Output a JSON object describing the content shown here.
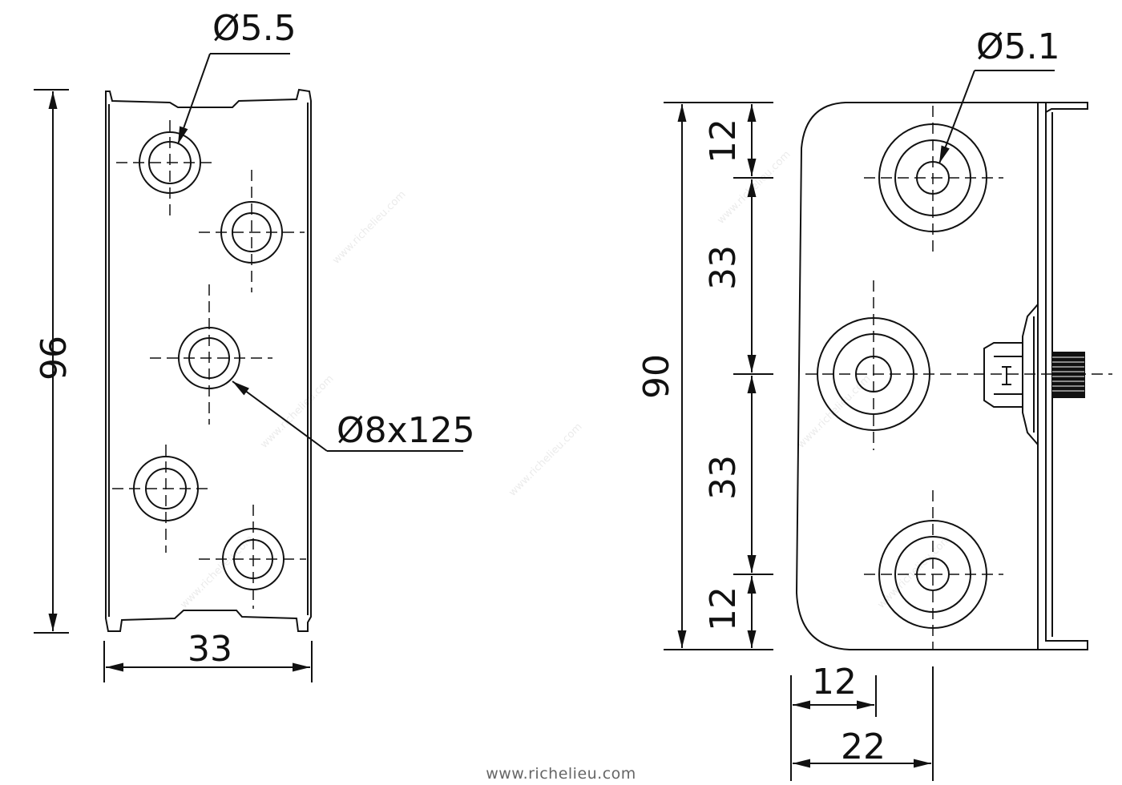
{
  "left_view": {
    "height_dim": "96",
    "width_dim": "33",
    "small_hole_dia": "Ø5.5",
    "large_hole_spec": "Ø8x125"
  },
  "right_view": {
    "height_dim": "90",
    "seg_top": "12",
    "seg_upper": "33",
    "seg_lower": "33",
    "seg_bottom": "12",
    "hole_dia": "Ø5.1",
    "offset_dim": "12",
    "width_dim": "22"
  },
  "footer": {
    "website": "www.richelieu.com"
  },
  "watermark": {
    "text": "www.richelieu.com"
  }
}
